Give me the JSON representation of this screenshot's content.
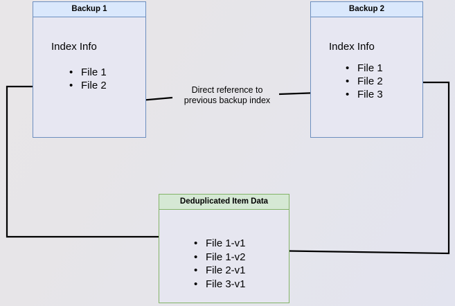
{
  "diagram": {
    "title_hidden": "Backup deduplication reference diagram",
    "background_color": "#e6e5ea"
  },
  "nodes": {
    "backup1": {
      "header": "Backup 1",
      "section_title": "Index Info",
      "items": [
        "File 1",
        "File 2"
      ],
      "border_color": "#6c8ebf",
      "header_color": "#dae8fc"
    },
    "backup2": {
      "header": "Backup 2",
      "section_title": "Index Info",
      "items": [
        "File 1",
        "File 2",
        "File 3"
      ],
      "border_color": "#6c8ebf",
      "header_color": "#dae8fc"
    },
    "dedup": {
      "header": "Deduplicated Item Data",
      "items": [
        "File 1-v1",
        "File 1-v2",
        "File 2-v1",
        "File 3-v1"
      ],
      "border_color": "#82b366",
      "header_color": "#d5e8d4"
    }
  },
  "edges": {
    "reference_label": "Direct reference to\nprevious backup index",
    "edge_color": "#000000"
  }
}
